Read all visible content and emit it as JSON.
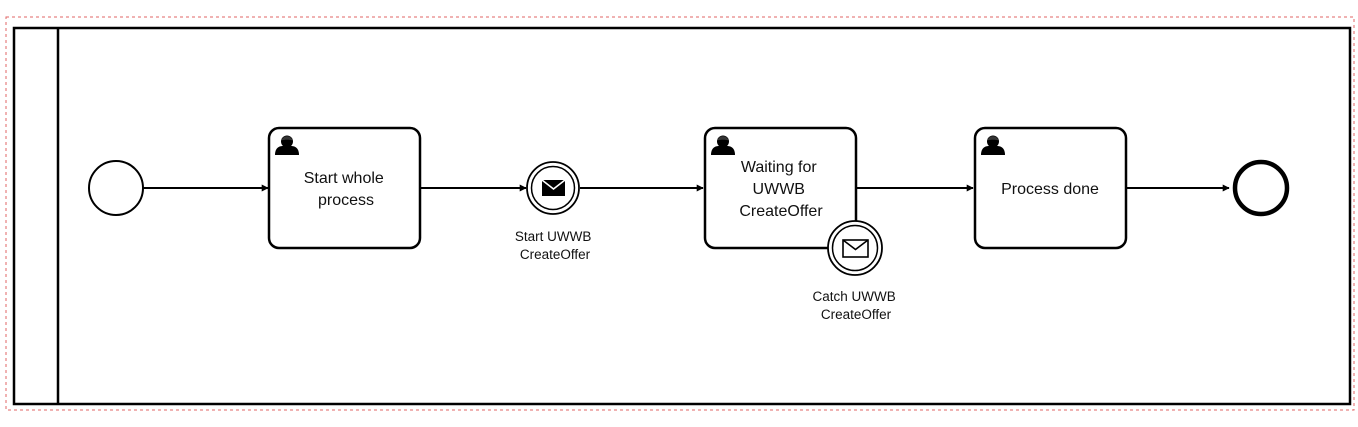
{
  "diagram": {
    "colors": {
      "stroke": "#000000",
      "fill": "#ffffff",
      "selection": "#e06666",
      "text": "#111111"
    },
    "start_event": {},
    "end_event": {},
    "tasks": [
      {
        "type": "user-task",
        "lines": [
          "Start whole",
          "process"
        ]
      },
      {
        "type": "user-task",
        "lines": [
          "Waiting for",
          "UWWB",
          "CreateOffer"
        ]
      },
      {
        "type": "user-task",
        "lines": [
          "Process done"
        ]
      }
    ],
    "events": [
      {
        "type": "intermediate-throw-message",
        "label_lines": [
          "Start UWWB",
          "CreateOffer"
        ]
      },
      {
        "type": "boundary-catch-message",
        "label_lines": [
          "Catch UWWB",
          "CreateOffer"
        ]
      }
    ]
  }
}
